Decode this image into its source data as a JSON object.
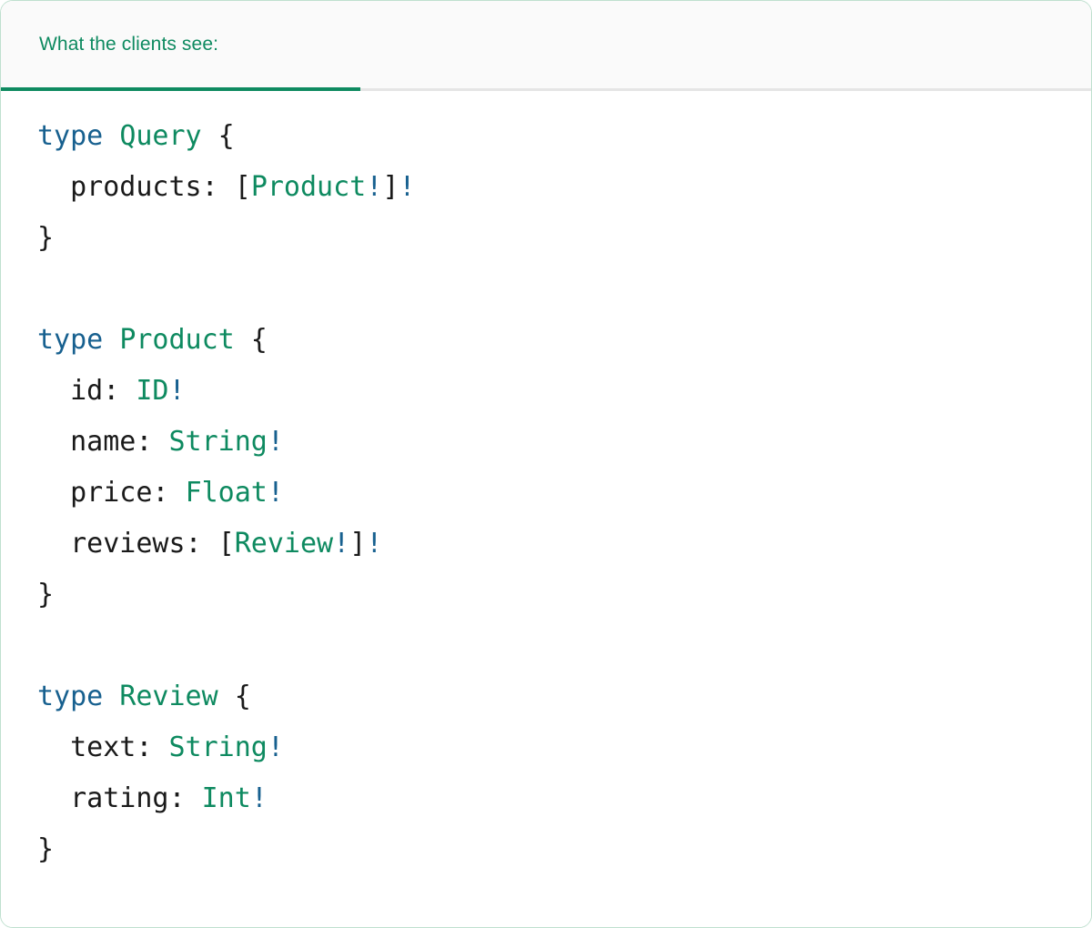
{
  "panel": {
    "border_color": "#bfe0cf",
    "background": "#ffffff"
  },
  "tabbar": {
    "active_index": 0,
    "accent_color": "#0e8a60",
    "inactive_border_color": "#e5e5e5",
    "background": "#fafafa",
    "tabs": [
      {
        "label": "What the clients see:",
        "active": true
      }
    ]
  },
  "colors": {
    "keyword": "#17608f",
    "type_name": "#0e8a60",
    "punctuation": "#1a1a1a",
    "field_name": "#1a1a1a"
  },
  "code": {
    "language": "graphql",
    "raw": "type Query {\n  products: [Product!]!\n}\n\ntype Product {\n  id: ID!\n  name: String!\n  price: Float!\n  reviews: [Review!]!\n}\n\ntype Review {\n  text: String!\n  rating: Int!\n}",
    "lines": [
      {
        "id": "l1",
        "tokens": [
          {
            "t": "type",
            "k": "kw"
          },
          {
            "t": " ",
            "k": "punc"
          },
          {
            "t": "Query",
            "k": "type"
          },
          {
            "t": " {",
            "k": "punc"
          }
        ]
      },
      {
        "id": "l2",
        "tokens": [
          {
            "t": "  products: ",
            "k": "field"
          },
          {
            "t": "[",
            "k": "punc"
          },
          {
            "t": "Product",
            "k": "type"
          },
          {
            "t": "!",
            "k": "kw"
          },
          {
            "t": "]",
            "k": "punc"
          },
          {
            "t": "!",
            "k": "kw"
          }
        ]
      },
      {
        "id": "l3",
        "tokens": [
          {
            "t": "}",
            "k": "punc"
          }
        ]
      },
      {
        "id": "l4",
        "tokens": []
      },
      {
        "id": "l5",
        "tokens": [
          {
            "t": "type",
            "k": "kw"
          },
          {
            "t": " ",
            "k": "punc"
          },
          {
            "t": "Product",
            "k": "type"
          },
          {
            "t": " {",
            "k": "punc"
          }
        ]
      },
      {
        "id": "l6",
        "tokens": [
          {
            "t": "  id: ",
            "k": "field"
          },
          {
            "t": "ID",
            "k": "type"
          },
          {
            "t": "!",
            "k": "kw"
          }
        ]
      },
      {
        "id": "l7",
        "tokens": [
          {
            "t": "  name: ",
            "k": "field"
          },
          {
            "t": "String",
            "k": "type"
          },
          {
            "t": "!",
            "k": "kw"
          }
        ]
      },
      {
        "id": "l8",
        "tokens": [
          {
            "t": "  price: ",
            "k": "field"
          },
          {
            "t": "Float",
            "k": "type"
          },
          {
            "t": "!",
            "k": "kw"
          }
        ]
      },
      {
        "id": "l9",
        "tokens": [
          {
            "t": "  reviews: ",
            "k": "field"
          },
          {
            "t": "[",
            "k": "punc"
          },
          {
            "t": "Review",
            "k": "type"
          },
          {
            "t": "!",
            "k": "kw"
          },
          {
            "t": "]",
            "k": "punc"
          },
          {
            "t": "!",
            "k": "kw"
          }
        ]
      },
      {
        "id": "l10",
        "tokens": [
          {
            "t": "}",
            "k": "punc"
          }
        ]
      },
      {
        "id": "l11",
        "tokens": []
      },
      {
        "id": "l12",
        "tokens": [
          {
            "t": "type",
            "k": "kw"
          },
          {
            "t": " ",
            "k": "punc"
          },
          {
            "t": "Review",
            "k": "type"
          },
          {
            "t": " {",
            "k": "punc"
          }
        ]
      },
      {
        "id": "l13",
        "tokens": [
          {
            "t": "  text: ",
            "k": "field"
          },
          {
            "t": "String",
            "k": "type"
          },
          {
            "t": "!",
            "k": "kw"
          }
        ]
      },
      {
        "id": "l14",
        "tokens": [
          {
            "t": "  rating: ",
            "k": "field"
          },
          {
            "t": "Int",
            "k": "type"
          },
          {
            "t": "!",
            "k": "kw"
          }
        ]
      },
      {
        "id": "l15",
        "tokens": [
          {
            "t": "}",
            "k": "punc"
          }
        ]
      }
    ]
  }
}
